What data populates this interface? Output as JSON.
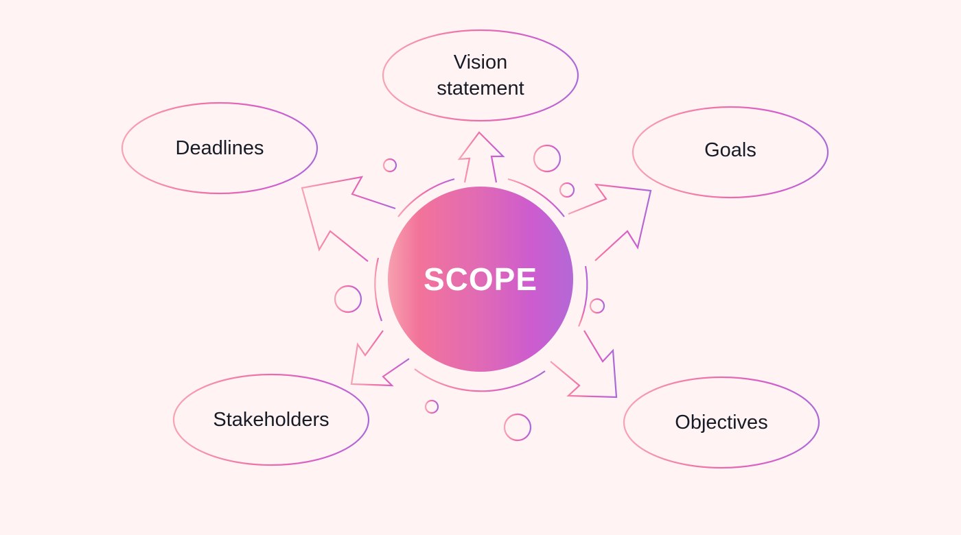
{
  "center": {
    "label": "SCOPE"
  },
  "nodes": [
    {
      "id": "vision",
      "line1": "Vision",
      "line2": "statement"
    },
    {
      "id": "deadlines",
      "line1": "Deadlines"
    },
    {
      "id": "goals",
      "line1": "Goals"
    },
    {
      "id": "stakeholders",
      "line1": "Stakeholders"
    },
    {
      "id": "objectives",
      "line1": "Objectives"
    }
  ],
  "colors": {
    "background": "#fff3f3",
    "gradient_start": "#f7a3b3",
    "gradient_mid": "#f2729a",
    "gradient_end": "#b066d8",
    "text": "#161b26"
  }
}
